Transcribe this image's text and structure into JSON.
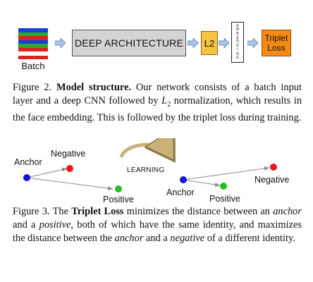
{
  "figure2": {
    "batch_label": "Batch",
    "deep_label": "DEEP ARCHITECTURE",
    "l2_label": "L2",
    "embedding_letters": [
      "E",
      "M",
      "B",
      "E",
      "D",
      "D",
      "I",
      "N",
      "G"
    ],
    "loss_label_line1": "Triplet",
    "loss_label_line2": "Loss",
    "stripe_colors": [
      "#1a3fd6",
      "#2fa82f",
      "#e02020",
      "#1a3fd6",
      "#2fa82f",
      "#e02020",
      "#ffffff",
      "#e02020"
    ],
    "colors": {
      "deep": "#d4d4d4",
      "l2": "#f5c243",
      "loss": "#f58a14",
      "arrow": "#a8c4e8"
    }
  },
  "caption2": {
    "prefix": "Figure 2. ",
    "bold": "Model structure.",
    "text_a": " Our network consists of a batch input layer and a deep CNN followed by ",
    "math": "L",
    "math_sub": "2",
    "text_b": " normalization, which results in the face embedding. This is followed by the triplet loss during training."
  },
  "figure3": {
    "left_anchor": "Anchor",
    "left_negative": "Negative",
    "left_positive": "Positive",
    "learning": "LEARNING",
    "right_anchor": "Anchor",
    "right_negative": "Negative",
    "right_positive": "Positive",
    "colors": {
      "anchor": "#1616d8",
      "negative": "#e81818",
      "positive": "#22c022",
      "curve": "#c8b27a"
    }
  },
  "caption3": {
    "prefix": "Figure 3. The ",
    "bold": "Triplet Loss",
    "t1": " minimizes the distance between an ",
    "i1": "anchor",
    "t2": " and a ",
    "i2": "positive",
    "t3": ", both of which have the same identity, and maximizes the distance between the ",
    "i3": "anchor",
    "t4": " and a ",
    "i4": "negative",
    "t5": " of a different identity."
  }
}
